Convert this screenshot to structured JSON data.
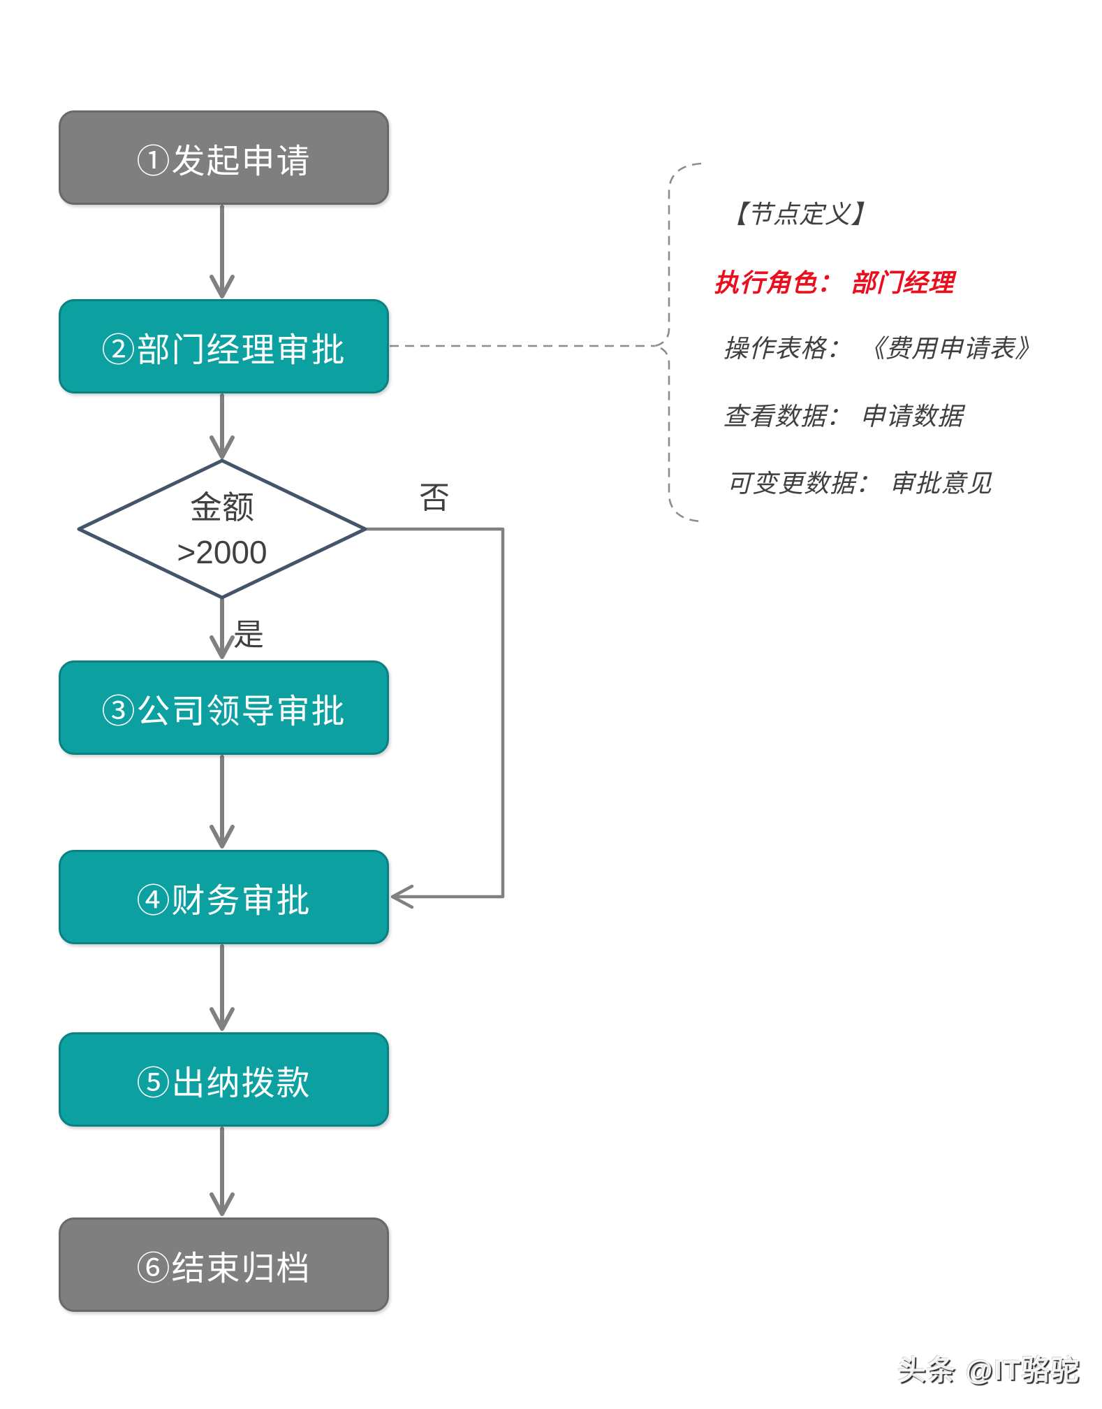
{
  "flowchart": {
    "nodes": [
      {
        "label": "①发起申请",
        "type": "terminator"
      },
      {
        "label": "②部门经理审批",
        "type": "process"
      },
      {
        "label_line1": "金额",
        "label_line2": ">2000",
        "type": "decision"
      },
      {
        "label": "③公司领导审批",
        "type": "process"
      },
      {
        "label": "④财务审批",
        "type": "process"
      },
      {
        "label": "⑤出纳拨款",
        "type": "process"
      },
      {
        "label": "⑥结束归档",
        "type": "terminator"
      }
    ],
    "edge_labels": {
      "yes": "是",
      "no": "否"
    },
    "colors": {
      "terminator_fill": "#7f7f7f",
      "terminator_border": "#696969",
      "process_fill": "#0ca0a1",
      "process_border": "#0b8184",
      "decision_fill": "#ffffff",
      "decision_border": "#44546a",
      "node_text": "#ffffff",
      "decision_text": "#404040",
      "arrow": "#808080",
      "dashed_line": "#8c8c8c",
      "annotation_text": "#3f3f3f",
      "annotation_highlight": "#e8101e"
    }
  },
  "annotation": {
    "title": "【节点定义】",
    "lines": [
      {
        "text": "执行角色： 部门经理",
        "color": "#e8101e"
      },
      {
        "text": "操作表格： 《费用申请表》",
        "color": "#3f3f3f"
      },
      {
        "text": "查看数据： 申请数据",
        "color": "#3f3f3f"
      },
      {
        "text": "可变更数据： 审批意见",
        "color": "#3f3f3f"
      }
    ]
  },
  "watermark": {
    "text": "头条 @IT骆驼"
  }
}
